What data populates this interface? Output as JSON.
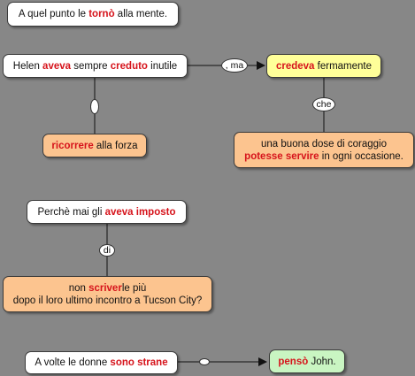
{
  "colors": {
    "background": "#878787",
    "highlight": "#d6131b",
    "white_node": "#ffffff",
    "orange_node": "#fcc48f",
    "yellow_node": "#ffff99",
    "green_node": "#c9f5c2"
  },
  "nodes": {
    "n1": {
      "parts": [
        "A quel punto le ",
        "tornò",
        " alla mente."
      ]
    },
    "n2": {
      "parts": [
        "Helen ",
        "aveva",
        " sempre ",
        "creduto",
        " inutile"
      ]
    },
    "n3": {
      "parts": [
        "credeva",
        " fermamente"
      ]
    },
    "n4": {
      "parts": [
        "ricorrere",
        " alla forza"
      ]
    },
    "n5": {
      "line1": "una buona dose di coraggio",
      "line2_parts": [
        "potesse servire",
        " in ogni occasione."
      ]
    },
    "n6": {
      "parts": [
        "Perchè mai gli ",
        "aveva imposto"
      ]
    },
    "n7": {
      "line1_parts": [
        "non ",
        "scriver",
        "le più"
      ],
      "line2": "dopo il loro ultimo incontro a Tucson City?"
    },
    "n8": {
      "parts": [
        "A volte le donne ",
        "sono strane"
      ]
    },
    "n9": {
      "parts": [
        "pensò",
        " John."
      ]
    }
  },
  "links": {
    "ma": ", ma",
    "che": "che",
    "di": "di"
  }
}
